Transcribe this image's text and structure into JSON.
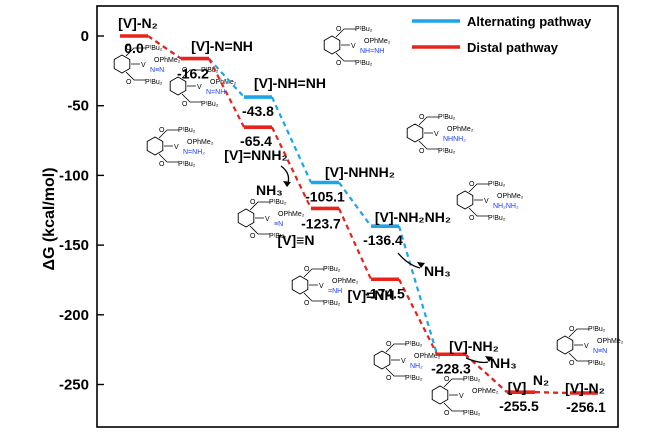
{
  "chart_data": {
    "type": "line",
    "title": "",
    "xlabel": "",
    "ylabel": "ΔG (kcal/mol)",
    "ylim": [
      -268,
      12
    ],
    "yticks": [
      0,
      -50,
      -100,
      -150,
      -200,
      -250
    ],
    "ytick_labels": [
      "0",
      "-50",
      "-100",
      "-150",
      "-200",
      "-250"
    ],
    "grid": false,
    "legend_position": "top-right",
    "legend": [
      {
        "key": "alternating",
        "label": "Alternating pathway",
        "color": "#1ea5e9"
      },
      {
        "key": "distal",
        "label": "Distal pathway",
        "color": "#e8231c"
      }
    ],
    "series": [
      {
        "name": "Alternating pathway",
        "color": "#1ea5e9",
        "x": [
          1,
          2,
          3,
          4,
          5,
          6,
          7,
          8
        ],
        "values": [
          0.0,
          -16.2,
          -43.8,
          -105.1,
          -136.4,
          -228.3,
          -255.5,
          -256.1
        ]
      },
      {
        "name": "Distal pathway",
        "color": "#e8231c",
        "x": [
          1,
          2,
          3,
          4,
          5,
          6,
          7,
          8
        ],
        "values": [
          0.0,
          -16.2,
          -65.4,
          -123.7,
          -174.5,
          -228.3,
          -255.5,
          -256.1
        ]
      }
    ],
    "levels": [
      {
        "x": 1,
        "value": 0.0,
        "value_text": "0.0",
        "path": "shared"
      },
      {
        "x": 2,
        "value": -16.2,
        "value_text": "-16.2",
        "path": "shared"
      },
      {
        "x": 3,
        "value": -43.8,
        "value_text": "-43.8",
        "path": "alternating"
      },
      {
        "x": 3,
        "value": -65.4,
        "value_text": "-65.4",
        "path": "distal"
      },
      {
        "x": 4,
        "value": -105.1,
        "value_text": "-105.1",
        "path": "alternating"
      },
      {
        "x": 4,
        "value": -123.7,
        "value_text": "-123.7",
        "path": "distal"
      },
      {
        "x": 5,
        "value": -136.4,
        "value_text": "-136.4",
        "path": "alternating"
      },
      {
        "x": 5,
        "value": -174.5,
        "value_text": "-174.5",
        "path": "distal"
      },
      {
        "x": 6,
        "value": -228.3,
        "value_text": "-228.3",
        "path": "shared"
      },
      {
        "x": 7,
        "value": -255.5,
        "value_text": "-255.5",
        "path": "shared"
      },
      {
        "x": 8,
        "value": -256.1,
        "value_text": "-256.1",
        "path": "shared"
      }
    ],
    "state_labels": [
      {
        "text": "[V]-N₂",
        "x": 1,
        "value": 0.0
      },
      {
        "text": "[V]-N=NH",
        "x": 2,
        "value": -16.2
      },
      {
        "text": "[V]-NH=NH",
        "x": 3,
        "value": -43.8
      },
      {
        "text": "[V]=NNH₂",
        "x": 3,
        "value": -65.4
      },
      {
        "text": "[V]-NHNH₂",
        "x": 4,
        "value": -105.1
      },
      {
        "text": "[V]≡N",
        "x": 4,
        "value": -123.7
      },
      {
        "text": "[V]-NH₂NH₂",
        "x": 5,
        "value": -136.4
      },
      {
        "text": "[V]=NH",
        "x": 5,
        "value": -174.5
      },
      {
        "text": "[V]-NH₂",
        "x": 6,
        "value": -228.3
      },
      {
        "text": "[V]",
        "x": 7,
        "value": -255.5
      },
      {
        "text": "N₂",
        "x": 7,
        "value": -255.5
      },
      {
        "text": "[V]-N₂",
        "x": 8,
        "value": -256.1
      }
    ],
    "nh3_releases": [
      {
        "label": "NH₃",
        "from_x": 3,
        "from_value": -65.4
      },
      {
        "label": "NH₃",
        "from_x": 5,
        "from_value": -136.4
      },
      {
        "label": "NH₃",
        "from_x": 6,
        "from_value": -228.3
      }
    ],
    "structures": [
      {
        "x": 1,
        "value": 0.0,
        "ligand": "N≡N"
      },
      {
        "x": 2,
        "value": -16.2,
        "ligand": "N=NH"
      },
      {
        "x": 3,
        "value": -43.8,
        "ligand": "NH=NH"
      },
      {
        "x": 3,
        "value": -65.4,
        "ligand": "N=NH₂"
      },
      {
        "x": 4,
        "value": -105.1,
        "ligand": "NHNH₂"
      },
      {
        "x": 4,
        "value": -123.7,
        "ligand": "≡N"
      },
      {
        "x": 5,
        "value": -136.4,
        "ligand": "NH₂NH₂"
      },
      {
        "x": 5,
        "value": -174.5,
        "ligand": "=NH"
      },
      {
        "x": 6,
        "value": -228.3,
        "ligand": "NH₂"
      },
      {
        "x": 7,
        "value": -255.5,
        "ligand": ""
      },
      {
        "x": 8,
        "value": -256.1,
        "ligand": "N≡N"
      }
    ],
    "structure_text": {
      "phosphine": "PᵗBu₂",
      "oxygen": "O",
      "metal": "V",
      "ether": "OPhMe₂"
    }
  }
}
